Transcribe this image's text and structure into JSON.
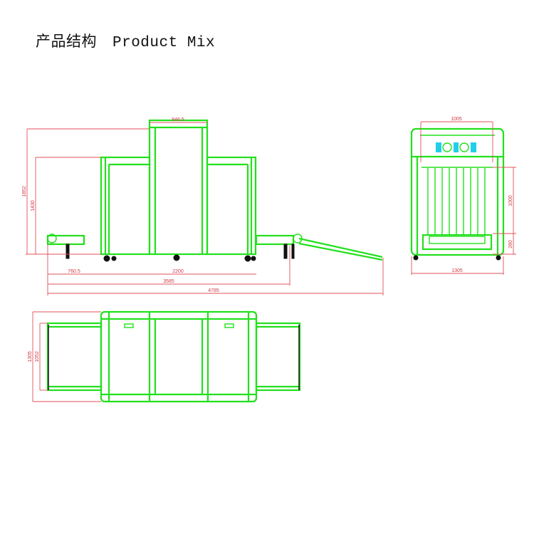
{
  "title": {
    "zh": "产品结构",
    "en": "Product Mix"
  },
  "side_view": {
    "dims": {
      "top_width": "846.5",
      "total_height": "1852",
      "wing_height": "1430",
      "conveyor_length": "760.5",
      "body_length": "2200",
      "length_with_conveyors": "3585",
      "total_length": "4785"
    }
  },
  "front_view": {
    "dims": {
      "top_width": "1005",
      "tunnel_height": "1000",
      "conveyor_height": "280",
      "total_width": "1305"
    }
  },
  "top_view": {
    "dims": {
      "outer_width": "1305",
      "tray_width": "1052"
    }
  },
  "colors": {
    "outline": "#22e01c",
    "dimension": "#e0505a",
    "panel": "#20d0e8"
  }
}
